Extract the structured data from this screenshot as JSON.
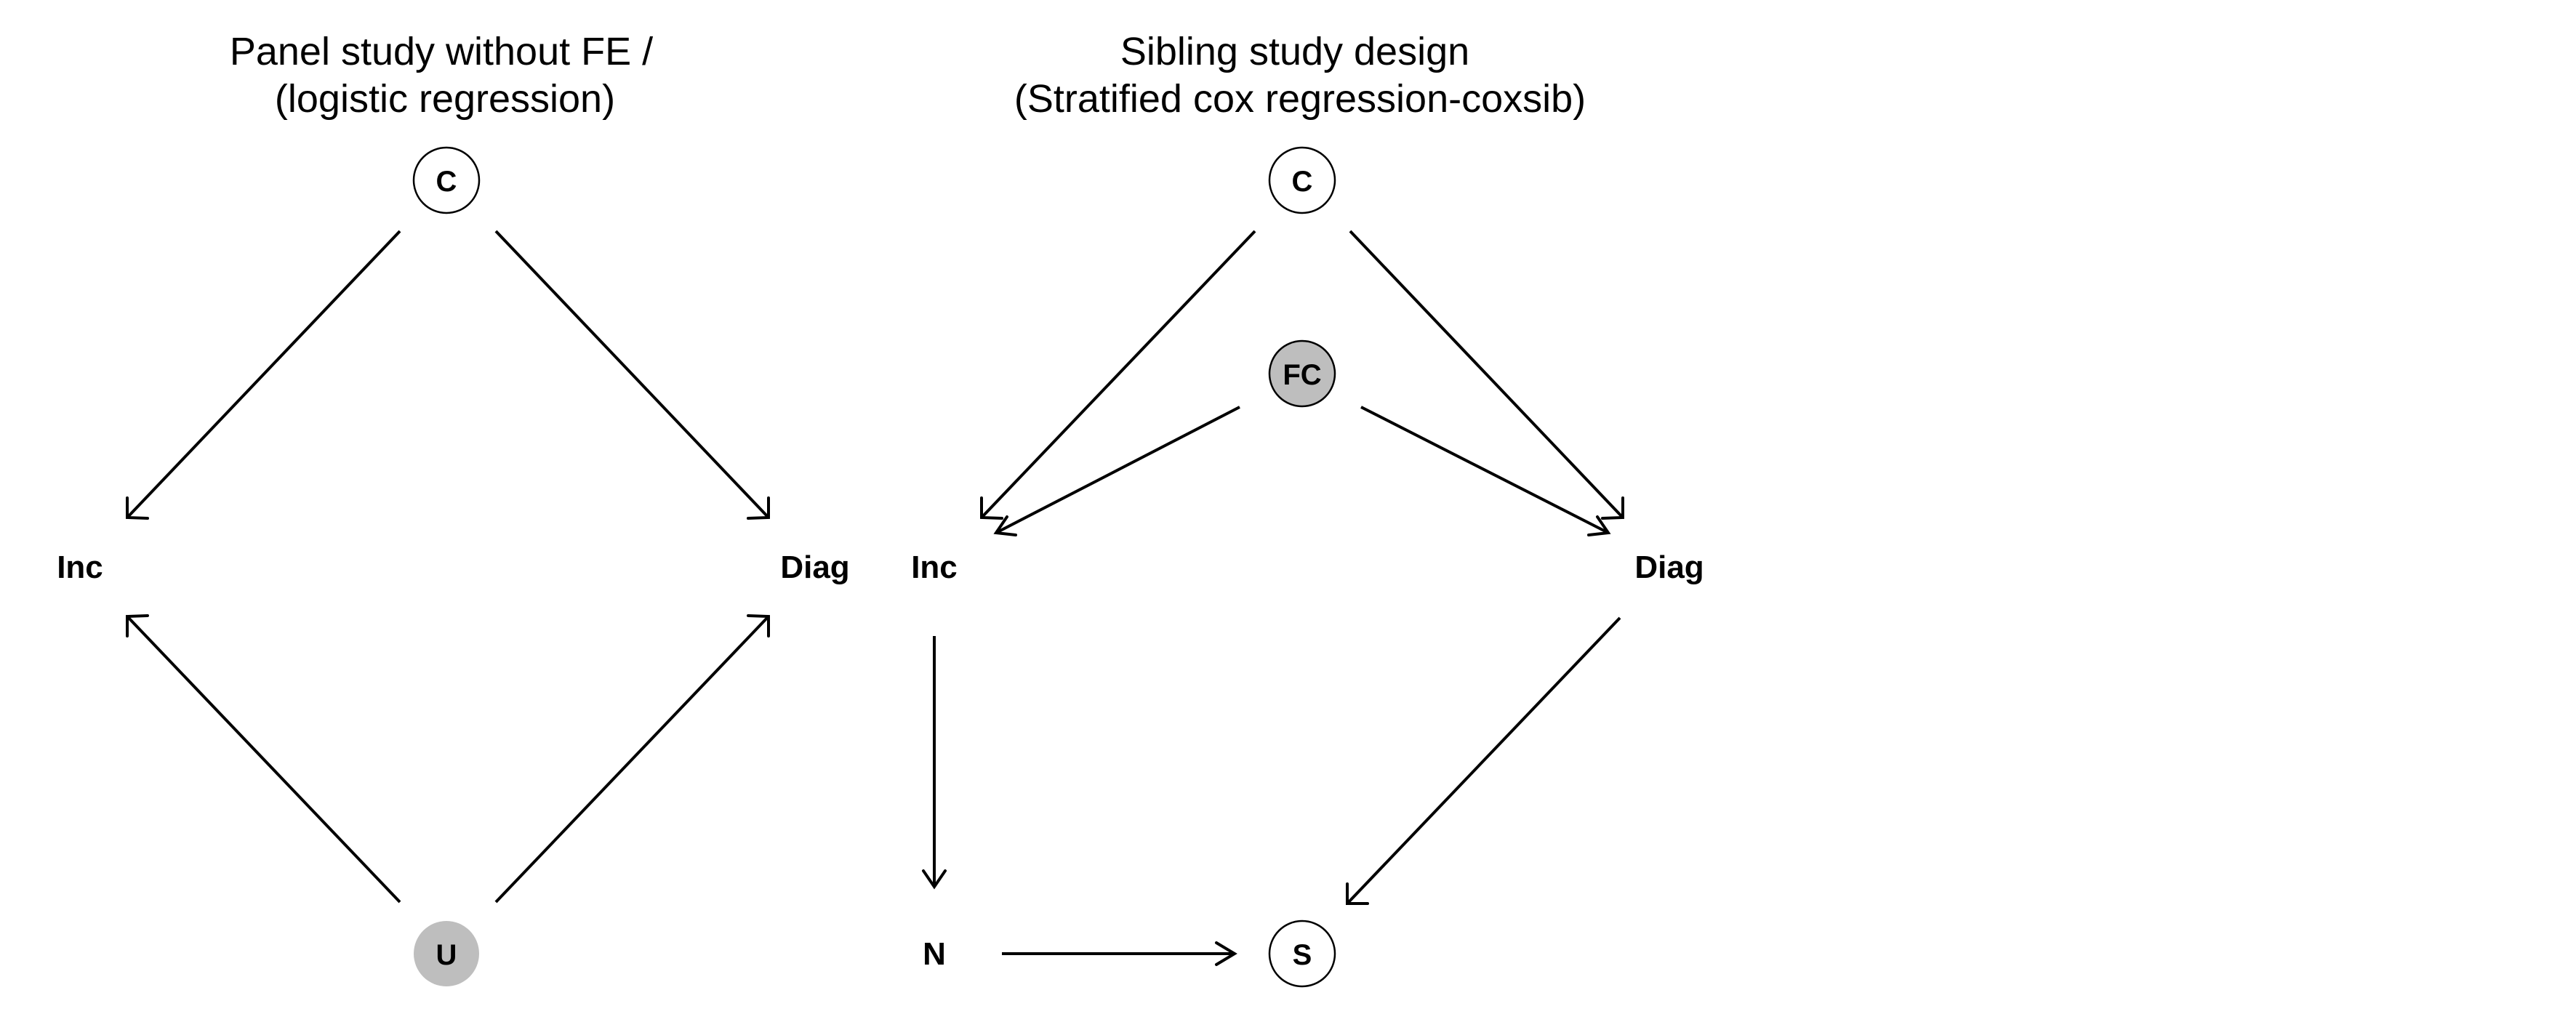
{
  "panels": [
    {
      "title_line1": "Panel study without FE /",
      "title_line2": "(logistic regression)",
      "nodes": {
        "C": {
          "label": "C",
          "style": "white"
        },
        "Inc": {
          "label": "Inc",
          "style": "none"
        },
        "Diag": {
          "label": "Diag",
          "style": "none"
        },
        "U": {
          "label": "U",
          "style": "grey"
        }
      },
      "edges": [
        {
          "from": "C",
          "to": "Inc"
        },
        {
          "from": "C",
          "to": "Diag"
        },
        {
          "from": "U",
          "to": "Inc"
        },
        {
          "from": "U",
          "to": "Diag"
        }
      ]
    },
    {
      "title_line1": "Sibling study design",
      "title_line2": "(Stratified cox regression-coxsib)",
      "nodes": {
        "C": {
          "label": "C",
          "style": "white"
        },
        "FC": {
          "label": "FC",
          "style": "grey-bordered"
        },
        "Inc": {
          "label": "Inc",
          "style": "none"
        },
        "Diag": {
          "label": "Diag",
          "style": "none"
        },
        "N": {
          "label": "N",
          "style": "none"
        },
        "S": {
          "label": "S",
          "style": "white"
        }
      },
      "edges": [
        {
          "from": "C",
          "to": "Inc"
        },
        {
          "from": "C",
          "to": "Diag"
        },
        {
          "from": "FC",
          "to": "Inc"
        },
        {
          "from": "FC",
          "to": "Diag"
        },
        {
          "from": "Inc",
          "to": "N"
        },
        {
          "from": "Diag",
          "to": "S"
        },
        {
          "from": "N",
          "to": "S"
        }
      ]
    }
  ]
}
